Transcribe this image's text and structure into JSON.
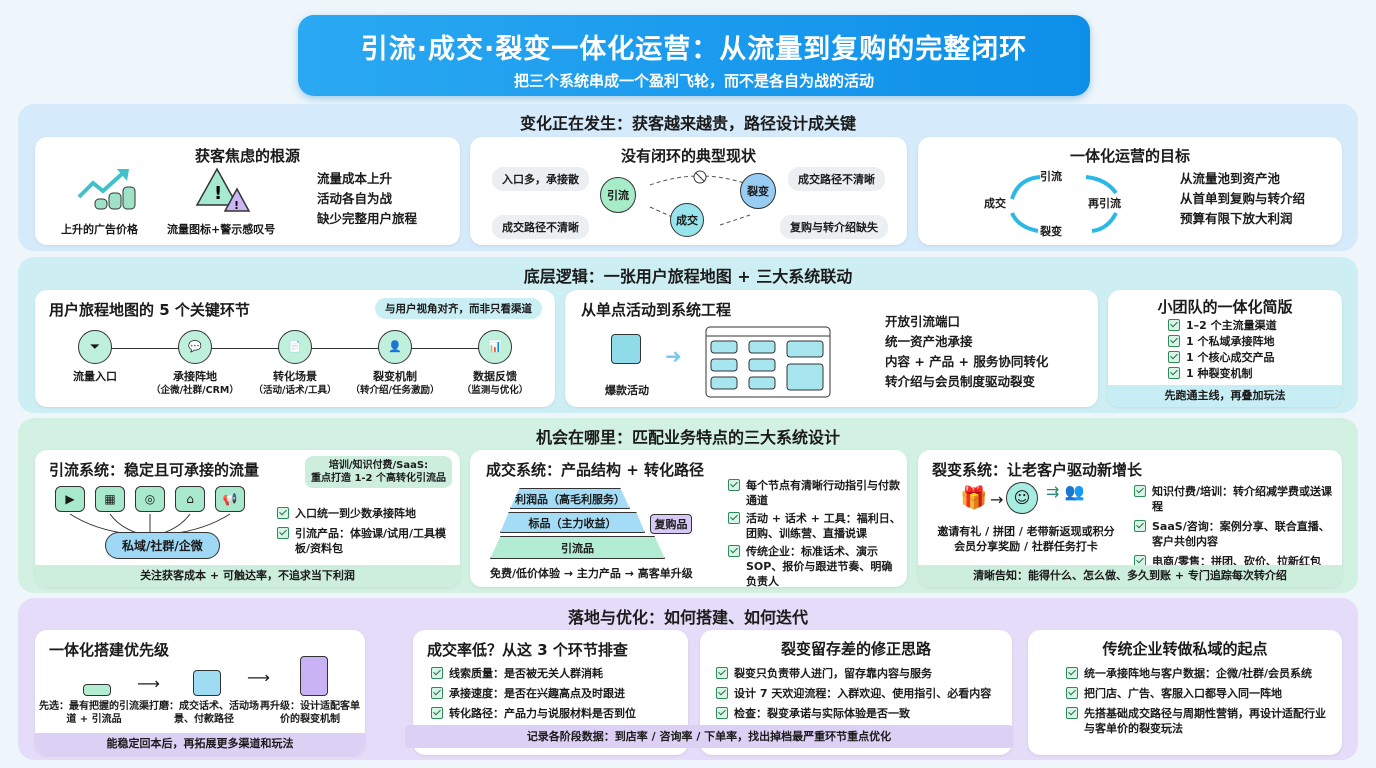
{
  "header": {
    "title": "引流·成交·裂变一体化运营：从流量到复购的完整闭环",
    "subtitle": "把三个系统串成一个盈利飞轮，而不是各自为战的活动"
  },
  "colors": {
    "header": "#1a9cee",
    "sec1": "#d5eafa",
    "sec2": "#cdeff4",
    "sec3": "#d3f1e2",
    "sec4": "#e4dcf8"
  },
  "s1": {
    "title": "变化正在发生：获客越来越贵，路径设计成关键",
    "c1": {
      "title": "获客焦虑的根源",
      "icon1_label": "上升的广告价格",
      "icon2_label": "流量图标+警示感叹号",
      "items": [
        "流量成本上升",
        "活动各自为战",
        "缺少完整用户旅程"
      ]
    },
    "c2": {
      "title": "没有闭环的典型现状",
      "pills": [
        "入口多，承接散",
        "成交路径不清晰",
        "成交路径不清晰",
        "复购与转介绍缺失"
      ],
      "nodes": [
        "引流",
        "成交",
        "裂变"
      ]
    },
    "c3": {
      "title": "一体化运营的目标",
      "cycle": [
        "引流",
        "再引流",
        "裂变",
        "成交"
      ],
      "items": [
        "从流量池到资产池",
        "从首单到复购与转介绍",
        "预算有限下放大利润"
      ]
    }
  },
  "s2": {
    "title": "底层逻辑：一张用户旅程地图 + 三大系统联动",
    "c1": {
      "title": "用户旅程地图的 5 个关键环节",
      "badge": "与用户视角对齐，而非只看渠道",
      "steps": [
        {
          "label": "流量入口",
          "sub": ""
        },
        {
          "label": "承接阵地",
          "sub": "（企微/社群/CRM）"
        },
        {
          "label": "转化场景",
          "sub": "（活动/话术/工具）"
        },
        {
          "label": "裂变机制",
          "sub": "（转介绍/任务激励）"
        },
        {
          "label": "数据反馈",
          "sub": "（监测与优化）"
        }
      ]
    },
    "c2": {
      "title": "从单点活动到系统工程",
      "icon_label": "爆款活动",
      "items": [
        "开放引流端口",
        "统一资产池承接",
        "内容 + 产品 + 服务协同转化",
        "转介绍与会员制度驱动裂变"
      ]
    },
    "c3": {
      "title": "小团队的一体化简版",
      "items": [
        "1–2 个主流量渠道",
        "1 个私域承接阵地",
        "1 个核心成交产品",
        "1 种裂变机制"
      ],
      "footer": "先跑通主线，再叠加玩法"
    }
  },
  "s3": {
    "title": "机会在哪里：匹配业务特点的三大系统设计",
    "c1": {
      "title": "引流系统：稳定且可承接的流量",
      "badge": [
        "培训/知识付费/SaaS:",
        "重点打造 1-2 个高转化引流品"
      ],
      "hub": "私域/社群/企微",
      "items": [
        "入口统一到少数承接阵地",
        "引流产品：体验课/试用/工具模板/资料包"
      ],
      "footer": "关注获客成本 + 可触达率，不追求当下利润"
    },
    "c2": {
      "title": "成交系统：产品结构 + 转化路径",
      "tiers": [
        "利润品（高毛利服务）",
        "标品（主力收益）",
        "引流品"
      ],
      "side": "复购品",
      "caption": "免费/低价体验 → 主力产品 → 高客单升级",
      "items": [
        "每个节点有清晰行动指引与付款通道",
        "活动 + 话术 + 工具：福利日、团购、训练营、直播说课",
        "传统企业：标准话术、演示 SOP、报价与跟进节奏、明确负责人"
      ]
    },
    "c3": {
      "title": "裂变系统：让老客户驱动新增长",
      "caption": [
        "邀请有礼 / 拼团 / 老带新返现或积分",
        "会员分享奖励 / 社群任务打卡"
      ],
      "items": [
        "知识付费/培训：转介绍减学费或送课程",
        "SaaS/咨询：案例分享、联合直播、客户共创内容",
        "电商/零售：拼团、砍价、拉新红包"
      ],
      "footer": "清晰告知：能得什么、怎么做、多久到账 + 专门追踪每次转介绍"
    }
  },
  "s4": {
    "title": "落地与优化：如何搭建、如何迭代",
    "c1": {
      "title": "一体化搭建优先级",
      "steps": [
        "先选：最有把握的引流渠道 + 引流品",
        "打磨：成交话术、活动场景、付款路径",
        "再升级：设计适配客单价的裂变机制"
      ],
      "footer": "能稳定回本后，再拓展更多渠道和玩法"
    },
    "c2": {
      "title": "成交率低？从这 3 个环节排查",
      "items": [
        "线索质量：是否被无关人群消耗",
        "承接速度：是否在兴趣高点及时跟进",
        "转化路径：产品力与说服材料是否到位"
      ]
    },
    "c3": {
      "title": "裂变留存差的修正思路",
      "items": [
        "裂变只负责带人进门，留存靠内容与服务",
        "设计 7 天欢迎流程：入群欢迎、使用指引、必看内容",
        "检查：裂变承诺与实际体验是否一致"
      ]
    },
    "shared_footer": "记录各阶段数据：到店率 / 咨询率 / 下单率，找出掉档最严重环节重点优化",
    "c4": {
      "title": "传统企业转做私域的起点",
      "items": [
        "统一承接阵地与客户数据：企微/社群/会员系统",
        "把门店、广告、客服入口都导入同一阵地",
        "先搭基础成交路径与周期性营销，再设计适配行业与客单价的裂变玩法"
      ]
    }
  }
}
